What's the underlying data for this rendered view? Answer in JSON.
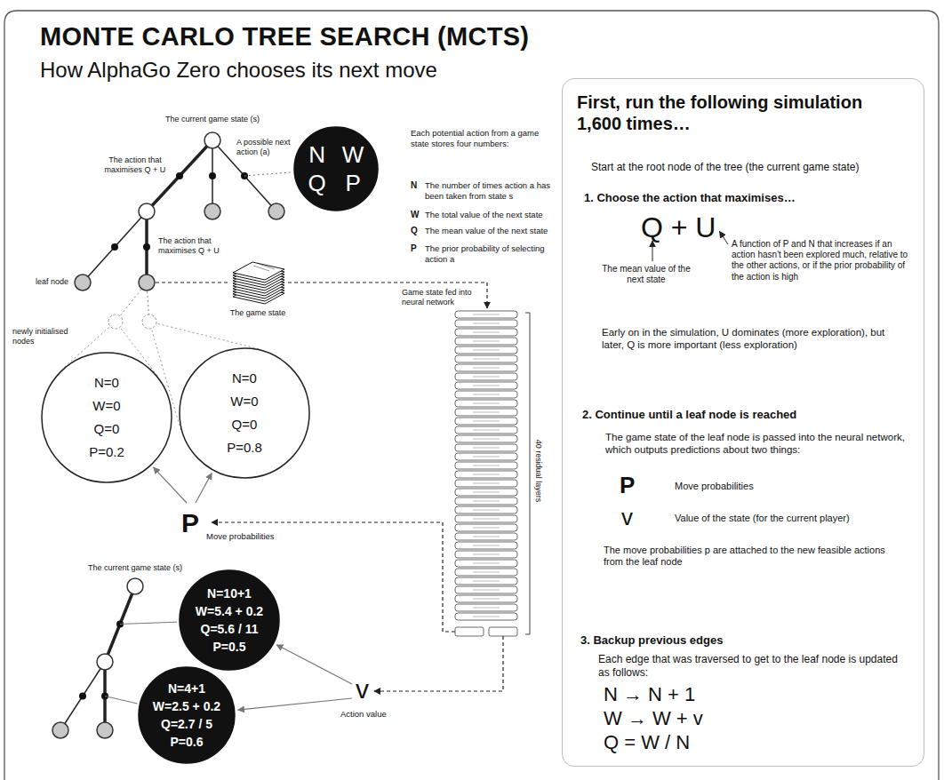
{
  "diagram": {
    "title": "MONTE CARLO TREE SEARCH (MCTS)",
    "nodes": [
      {
        "text": [
          "N",
          "W",
          "Q",
          "P"
        ]
      },
      {
        "text": [
          "N=0",
          "W=0",
          "Q=0",
          "P=0.2"
        ]
      },
      {
        "text": [
          "N=0",
          "W=0",
          "Q=0",
          "P=0.8"
        ]
      },
      {
        "text": [
          "N=10+1",
          "W=5.4 + 0.2",
          "Q=5.6 / 11",
          "P=0.5"
        ]
      },
      {
        "text": [
          "N=4+1",
          "W=2.5 + 0.2",
          "Q=2.7 / 5",
          "P=0.6"
        ]
      },
      {
        "text": [
          "First, run the following simulation 1,600 times…",
          "Start at the root node of the tree (the current game state)",
          "1. Choose the action that maximises…",
          "Q + U",
          "The mean value of the next state",
          "A function of P and N that increases if an action hasn't been explored much, relative to the other actions, or if the prior probability of the action is high",
          "Early on in the simulation, U dominates (more exploration), but later, Q is more important (less exploration)",
          "2. Continue until a leaf node is reached",
          "The game state of the leaf node is passed into the neural network, which outputs predictions about two things:",
          "P",
          "Move probabilities",
          "v",
          "Value of the state (for the current player)",
          "The move probabilities p are attached to the new feasible actions from the leaf node",
          "3. Backup previous edges",
          "Each edge that was traversed to get to the leaf node is updated as follows:",
          "N → N + 1",
          "W → W + v",
          "Q = W / N"
        ]
      }
    ],
    "labels": [
      "How AlphaGo Zero chooses its next move",
      "The current game state (s)",
      "The action that maximises Q + U",
      "A possible next action (a)",
      "The action that maximises Q + U",
      "leaf node",
      "The game state",
      "Game state fed into neural network",
      "newly initialised nodes",
      "P",
      "Move probabilities",
      "40 residual layers",
      "The current game state (s)",
      "v",
      "Action value",
      "Each potential action from a game state stores four numbers:",
      "N",
      "The number of times action a has been taken from state s",
      "W",
      "The total value of the next state",
      "Q",
      "The mean value of the next state",
      "P",
      "The prior probability of selecting action a"
    ]
  }
}
